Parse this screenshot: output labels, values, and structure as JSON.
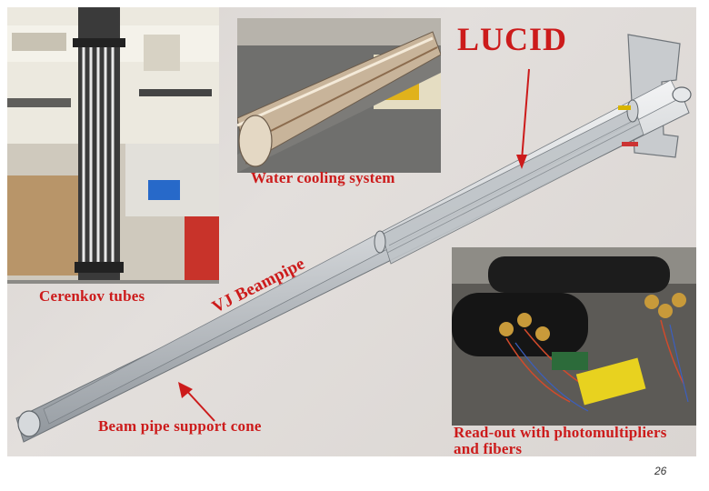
{
  "slide": {
    "title": "LUCID",
    "captions": {
      "cerenkov": "Cerenkov tubes",
      "water_cooling": "Water cooling system",
      "beampipe": "VJ Beampipe",
      "support_cone": "Beam pipe support cone",
      "readout_line1": "Read-out with photomultipliers",
      "readout_line2": "and fibers"
    },
    "page_number": "26"
  },
  "colors": {
    "caption_red": "#cc1b1b",
    "slide_background": "#ddd8d5"
  }
}
